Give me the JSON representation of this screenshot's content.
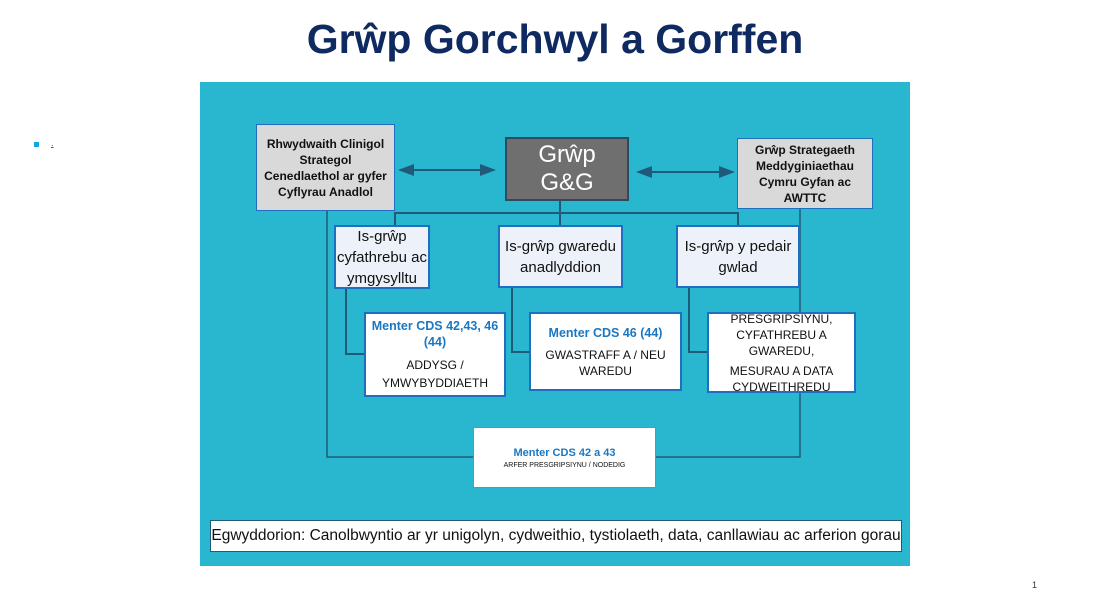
{
  "title": "Grŵp Gorchwyl a Gorffen",
  "bullet_text": ".",
  "left_box": "Rhwydwaith Clinigol Strategol Cenedlaethol ar gyfer Cyflyrau Anadlol",
  "center_box": {
    "line1": "Grŵp",
    "line2": "G&G"
  },
  "right_box": "Grŵp Strategaeth Meddyginiaethau Cymru Gyfan ac AWTTC",
  "subgroups": [
    "Is-grŵp cyfathrebu ac ymgysylltu",
    "Is-grŵp gwaredu anadlyddion",
    "Is-grŵp y pedair gwlad"
  ],
  "menter": [
    {
      "title": "Menter CDS 42,43, 46 (44)",
      "text": "ADDYSG / YMWYBYDDIAETH"
    },
    {
      "title": "Menter CDS 46 (44)",
      "text": "GWASTRAFF A / NEU WAREDU"
    },
    {
      "text1": "PRESGRIPSIYNU, CYFATHREBU A GWAREDU,",
      "text2": "MESURAU A DATA CYDWEITHREDU"
    }
  ],
  "bottom_box": {
    "title": "Menter CDS 42 a 43",
    "text": "ARFER PRESGRIPSIYNU / NODEDIG"
  },
  "principles": "Egwyddorion: Canolbwyntio ar yr unigolyn, cydweithio, tystiolaeth, data, canllawiau ac arferion gorau",
  "page_number": "1",
  "colors": {
    "panel": "#29b7cf",
    "title": "#0e2a60",
    "accent": "#1a78c2"
  }
}
